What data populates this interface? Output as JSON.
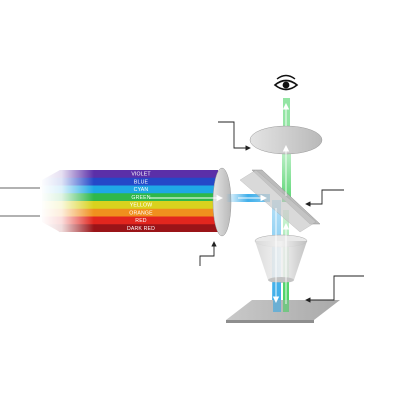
{
  "spectrum": {
    "bands": [
      {
        "label": "VIOLET",
        "color": "#5b2fa8"
      },
      {
        "label": "BLUE",
        "color": "#2448c8"
      },
      {
        "label": "CYAN",
        "color": "#1fa8e6"
      },
      {
        "label": "GREEN",
        "color": "#2fb84a"
      },
      {
        "label": "YELLOW",
        "color": "#d9d21e"
      },
      {
        "label": "ORANGE",
        "color": "#f0901e"
      },
      {
        "label": "RED",
        "color": "#e2261e"
      },
      {
        "label": "DARK RED",
        "color": "#9a1418"
      }
    ]
  },
  "beams": {
    "excitation": "#2aa6e8",
    "emission": "#3ccf5a"
  },
  "icons": {
    "viewer": "eye-icon"
  }
}
